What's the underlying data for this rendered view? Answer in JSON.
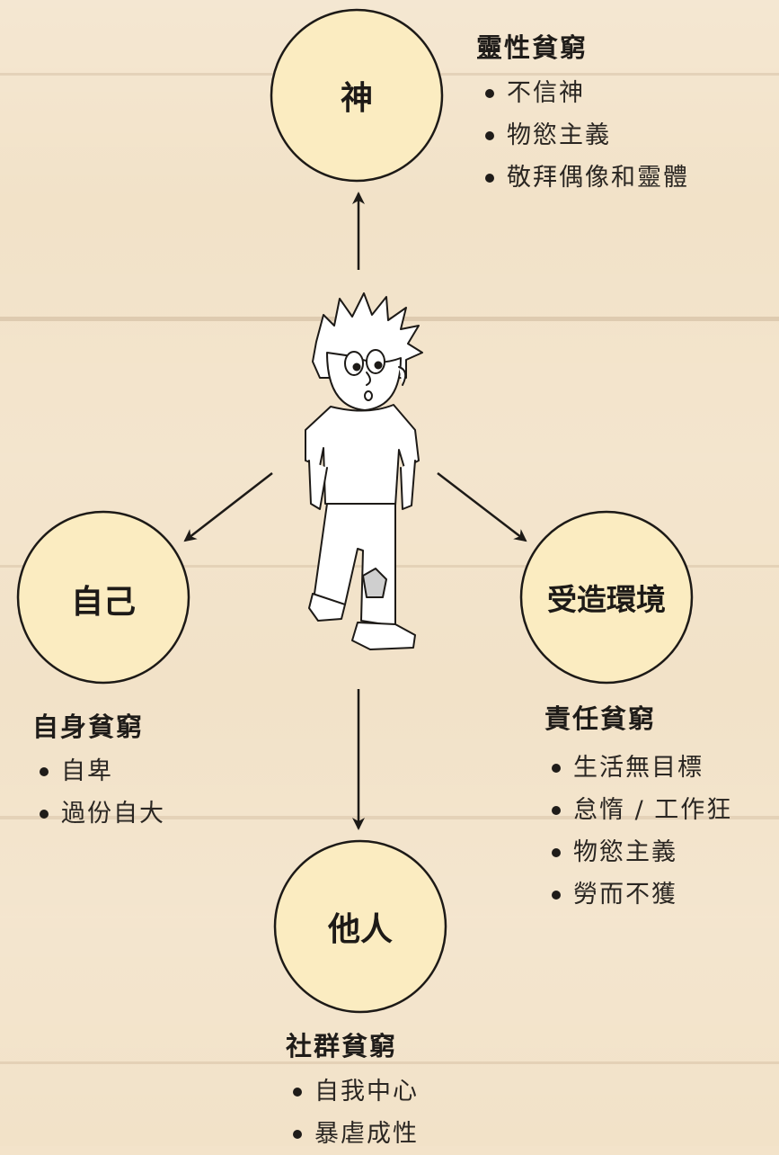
{
  "nodes": {
    "god": "神",
    "self": "自己",
    "environment": "受造環境",
    "others": "他人"
  },
  "blocks": {
    "god": {
      "title": "靈性貧窮",
      "items": [
        "不信神",
        "物慾主義",
        "敬拜偶像和靈體"
      ]
    },
    "self": {
      "title": "自身貧窮",
      "items": [
        "自卑",
        "過份自大"
      ]
    },
    "environment": {
      "title": "責任貧窮",
      "items": [
        "生活無目標",
        "怠惰 / 工作狂",
        "物慾主義",
        "勞而不獲"
      ]
    },
    "others": {
      "title": "社群貧窮",
      "items": [
        "自我中心",
        "暴虐成性"
      ]
    }
  },
  "colors": {
    "background": "#f2e2c8",
    "circle_fill": "#fbecc1",
    "stroke": "#1d1a17"
  },
  "figure": "sad-boy-illustration"
}
